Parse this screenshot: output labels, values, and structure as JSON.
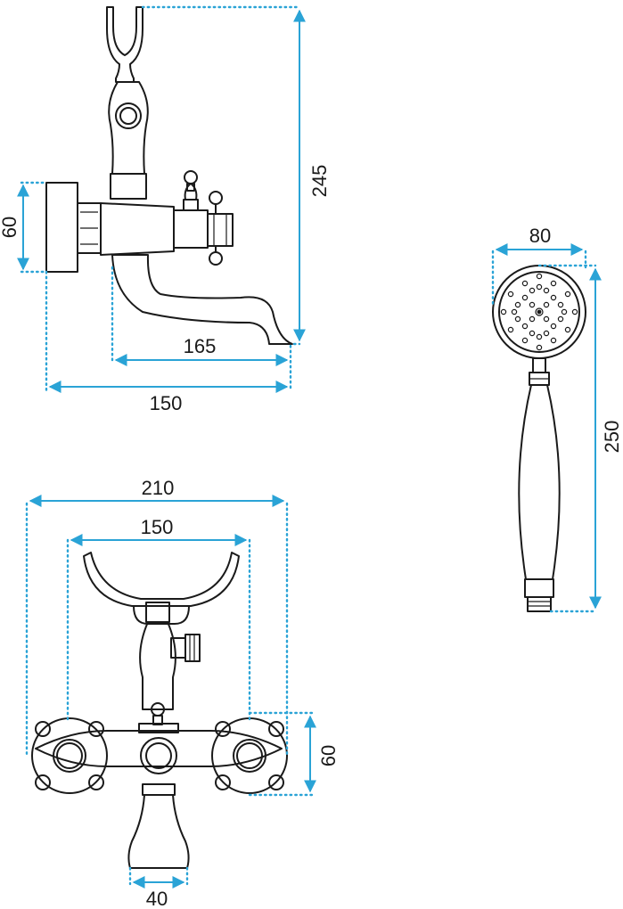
{
  "dimensions": {
    "side_height": "245",
    "side_wall_plate": "60",
    "side_spout_reach": "165",
    "side_wall_depth": "150",
    "shower_head_width": "80",
    "shower_length": "250",
    "front_total_width": "210",
    "front_cradle_width": "150",
    "front_handle_height": "60",
    "front_spout_width": "40"
  },
  "colors": {
    "dimension_line": "#2aa3d6",
    "outline": "#1a1a1a"
  }
}
